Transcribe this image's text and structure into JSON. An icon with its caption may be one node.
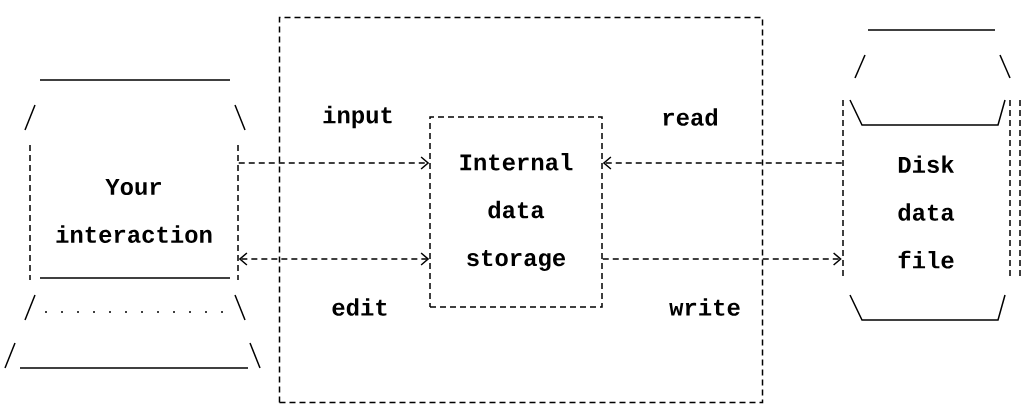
{
  "diagram": {
    "nodes": [
      {
        "text": [
          "Your interaction"
        ]
      },
      {
        "text": [],
        "shape": "box"
      },
      {
        "text": [
          "Internal data storage"
        ],
        "in": 1
      },
      {
        "text": [
          "Disk data file"
        ]
      }
    ],
    "edges": [
      {
        "from": 0,
        "to": 2,
        "arrow": "to",
        "label": "input"
      },
      {
        "from": 3,
        "to": 2,
        "arrow": "to",
        "label": "read"
      },
      {
        "from": 2,
        "to": 0,
        "arrow": "both",
        "label": "edit"
      },
      {
        "from": 2,
        "to": 3,
        "arrow": "to",
        "label": "write"
      }
    ]
  }
}
